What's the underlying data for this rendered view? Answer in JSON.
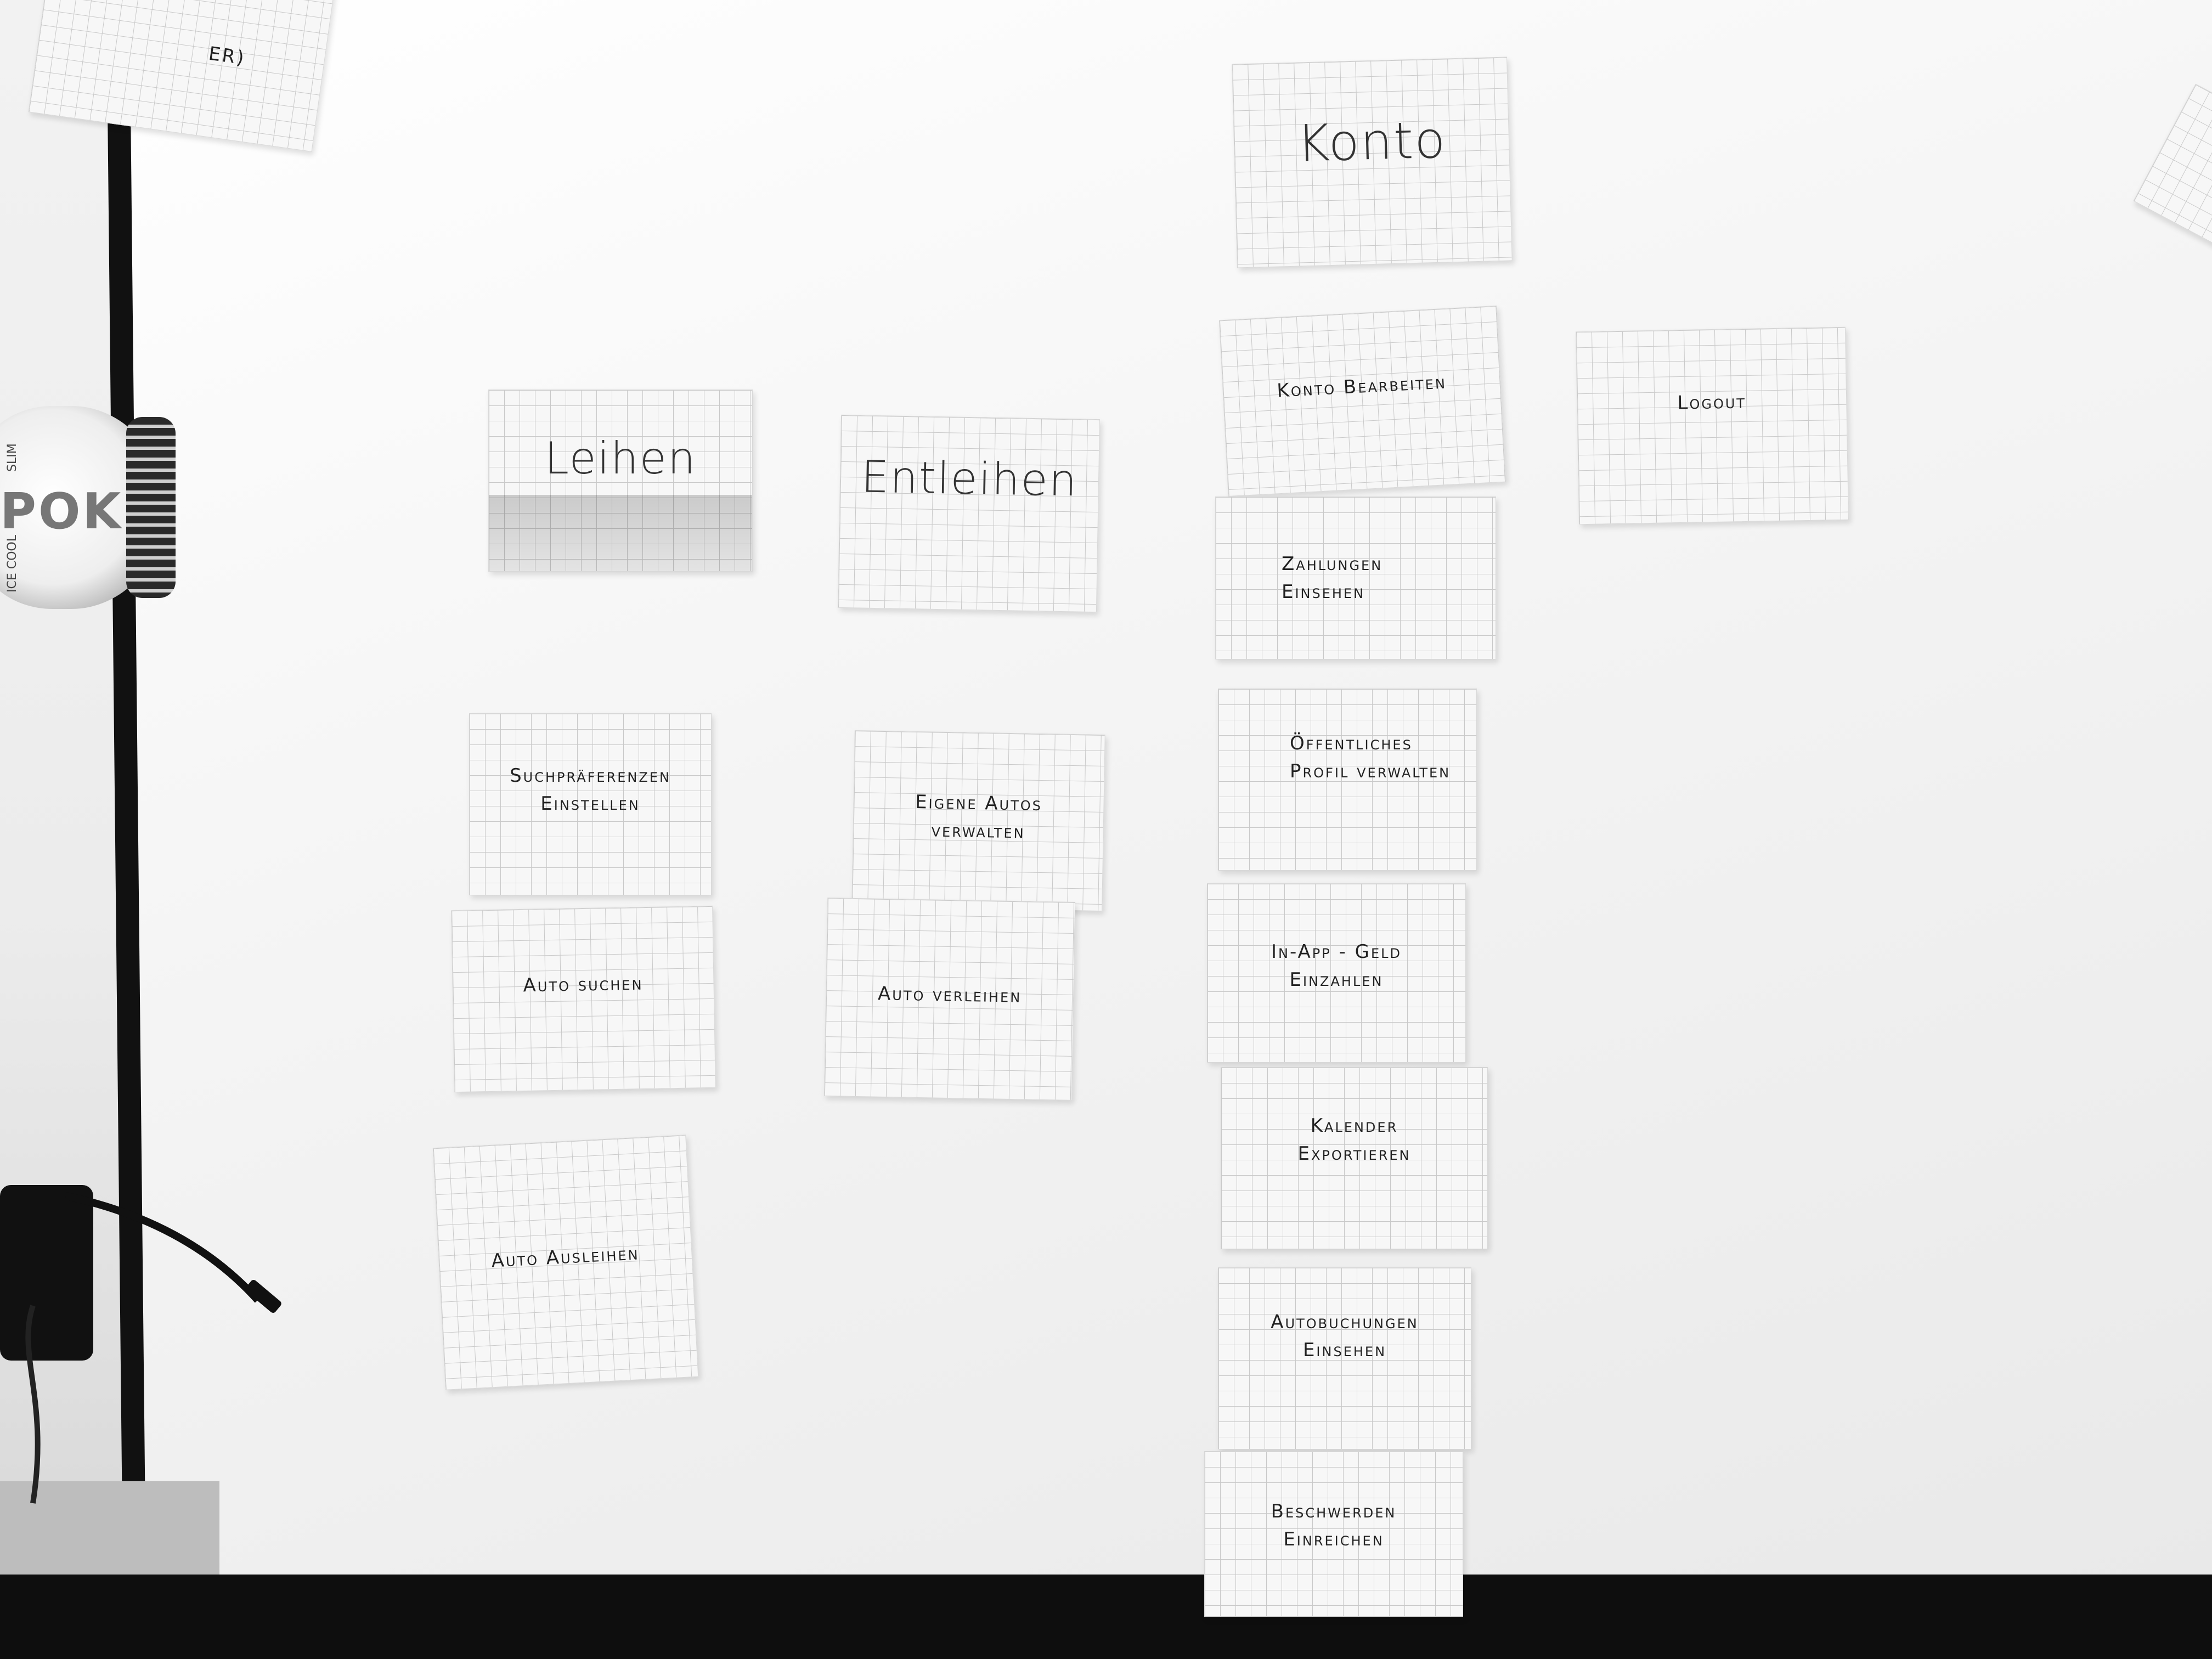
{
  "scene": {
    "description_free": true
  },
  "can": {
    "brand": "POK",
    "variant": "ICE COOL",
    "size": "SLIM"
  },
  "partial_card": {
    "text": "ER)"
  },
  "categories": {
    "leihen": "Leihen",
    "entleihen": "Entleihen",
    "konto": "Konto"
  },
  "leihen_cards": {
    "suchpraeferenzen": "Suchpräferenzen\nEinstellen",
    "auto_suchen": "Auto suchen",
    "auto_ausleihen": "Auto Ausleihen"
  },
  "entleihen_cards": {
    "eigene_autos": "Eigene Autos\nverwalten",
    "auto_verleihen": "Auto verleihen"
  },
  "konto_cards": {
    "konto_bearbeiten": "Konto Bearbeiten",
    "logout": "Logout",
    "zahlungen": "Zahlungen\nEinsehen",
    "profil": "Öffentliches\nProfil verwalten",
    "geld": "In-App - Geld\nEinzahlen",
    "kalender": "Kalender\nExportieren",
    "autobuchungen": "Autobuchungen\nEinsehen",
    "beschwerden": "Beschwerden\nEinreichen"
  }
}
